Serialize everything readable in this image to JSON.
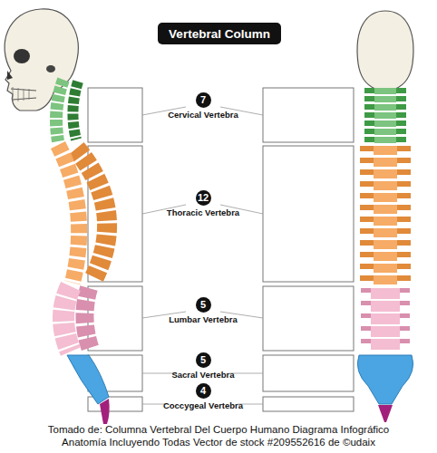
{
  "diagram": {
    "title": "Vertebral Column",
    "caption": "Tomado de: Columna Vertebral Del Cuerpo Humano Diagrama Infográfico Anatomía Incluyendo Todas Vector de stock #209552616 de ©udaix",
    "nodes": [
      {
        "text": [
          "7",
          "Cervical Vertebra"
        ]
      },
      {
        "text": [
          "12",
          "Thoracic Vertebra"
        ]
      },
      {
        "text": [
          "5",
          "Lumbar Vertebra"
        ]
      },
      {
        "text": [
          "5",
          "Sacral Vertebra"
        ]
      },
      {
        "text": [
          "4",
          "Coccygeal Vertebra"
        ]
      }
    ]
  }
}
